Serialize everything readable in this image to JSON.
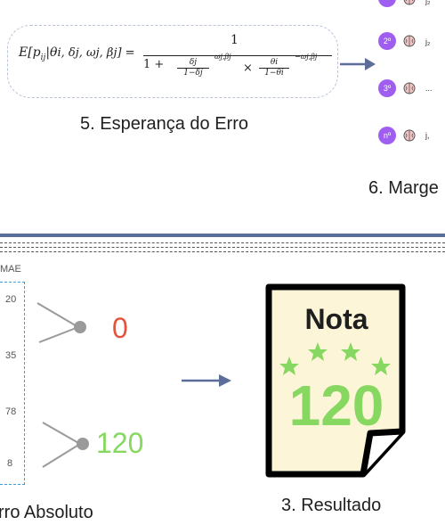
{
  "formula": {
    "lhs": "E[p",
    "lhs_sub": "ij",
    "lhs_args": "|θ",
    "args_rest": "i, δj, ωj, βj] =",
    "numerator": "1",
    "den_one": "1 +",
    "frac1_num": "δj",
    "frac1_den": "1−δj",
    "exp1": "ωj,βj",
    "times": "×",
    "frac2_num": "θi",
    "frac2_den": "1−θi",
    "exp2": "−ωj,βj"
  },
  "captions": {
    "step5": "5. Esperança do Erro",
    "step6": "6. Marge",
    "step3": "3. Resultado",
    "step_abs": "rro Absoluto"
  },
  "ranks": [
    {
      "badge": "2º",
      "label": "j₂"
    },
    {
      "badge": "3º",
      "label": "..."
    },
    {
      "badge": "nº",
      "label": "j,"
    }
  ],
  "top_partial_label": "j₂",
  "mae_label": "MAE",
  "ticks": [
    "20",
    "35",
    "78",
    "8"
  ],
  "outcomes": [
    {
      "value": "0",
      "color": "#e5533a"
    },
    {
      "value": "120",
      "color": "#86d860"
    }
  ],
  "note": {
    "title": "Nota",
    "value": "120",
    "bg": "#fdf5d8",
    "star_color": "#86d860"
  },
  "colors": {
    "arrow": "#5b6e99",
    "badge": "#a05ef0",
    "divider": "#5b6e99"
  }
}
